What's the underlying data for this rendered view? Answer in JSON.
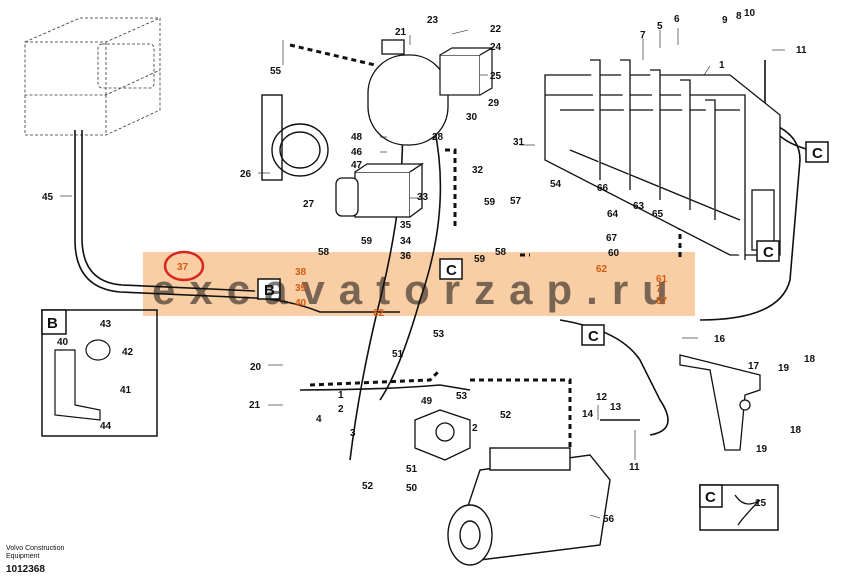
{
  "diagram": {
    "callouts": {
      "c1": "1",
      "c2": "2",
      "c3": "3",
      "c4": "4",
      "c5": "5",
      "c6": "6",
      "c7": "7",
      "c8": "8",
      "c9": "9",
      "c10": "10",
      "c11": "11",
      "c12": "12",
      "c13": "13",
      "c14": "14",
      "c15": "15",
      "c16": "16",
      "c17": "17",
      "c18": "18",
      "c19": "19",
      "c20": "20",
      "c21": "21",
      "c22": "22",
      "c23": "23",
      "c24": "24",
      "c25": "25",
      "c26": "26",
      "c27": "27",
      "c28": "28",
      "c29": "29",
      "c30": "30",
      "c31": "31",
      "c32": "32",
      "c33": "33",
      "c34": "34",
      "c35": "35",
      "c36": "36",
      "c37": "37",
      "c38": "38",
      "c39": "39",
      "c40": "40",
      "c41": "41",
      "c42": "42",
      "c43": "43",
      "c44": "44",
      "c45": "45",
      "c46": "46",
      "c47": "47",
      "c48": "48",
      "c49": "49",
      "c50": "50",
      "c51": "51",
      "c52": "52",
      "c53": "53",
      "c54": "54",
      "c55": "55",
      "c56": "56",
      "c57": "57",
      "c58": "58",
      "c59": "59",
      "c60": "60",
      "c61": "61",
      "c62": "62",
      "c63": "63",
      "c64": "64",
      "c65": "65",
      "c66": "66",
      "c67": "67"
    },
    "detail_b": "B",
    "detail_c": "C",
    "watermark": "excavatorzap.ru",
    "highlight_color": "#f5a55a",
    "marker_color": "#d9261c"
  },
  "footer": {
    "brand": "Volvo Construction Equipment",
    "document_number": "1012368"
  }
}
